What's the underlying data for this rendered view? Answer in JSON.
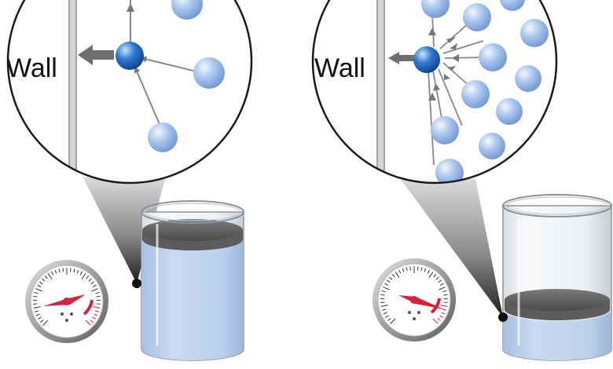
{
  "panels": [
    {
      "id": "left",
      "wall_label": "Wall",
      "scene": "low-pressure-few-particles",
      "gauge_reading": "low"
    },
    {
      "id": "right",
      "wall_label": "Wall",
      "scene": "high-pressure-many-particles",
      "gauge_reading": "high"
    }
  ],
  "colors": {
    "particle": "#9bbbe8",
    "particle_dark": "#5a82c4",
    "highlight_particle": "#2f72c9",
    "liquid": "#b8cdea",
    "piston": "#6b6b6b",
    "gauge_needle": "#d8213f",
    "zoom_cone": "#555555",
    "arrow": "#777777"
  },
  "icons": [
    "pressure-gauge-icon",
    "cylinder-icon",
    "molecule-icon",
    "force-arrow-icon",
    "magnifier-circle-icon"
  ]
}
